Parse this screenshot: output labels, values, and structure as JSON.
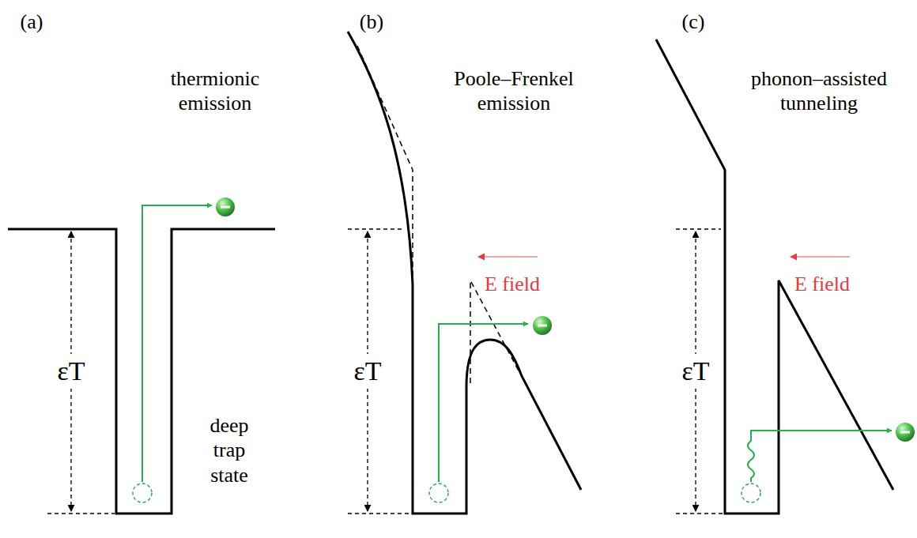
{
  "diagram": {
    "labels": [
      "(a)",
      "(b)",
      "(c)",
      "thermionic emission",
      "Poole–Frenkel emission",
      "phonon–assisted tunneling",
      "E field",
      "E field",
      "εT",
      "εT",
      "εT",
      "deep trap state"
    ]
  }
}
